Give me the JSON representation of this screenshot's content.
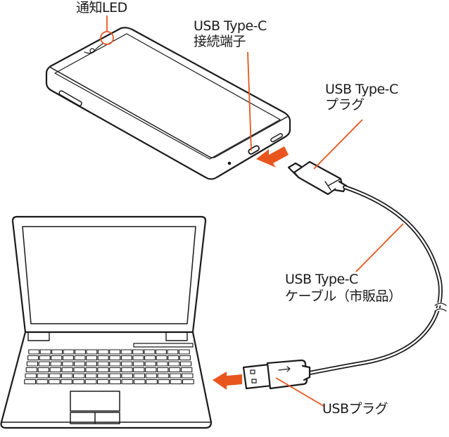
{
  "labels": {
    "notification_led": "通知LED",
    "usb_port_line1": "USB Type-C",
    "usb_port_line2": "接続端子",
    "typec_plug_line1": "USB Type-C",
    "typec_plug_line2": "プラグ",
    "cable_line1": "USB Type-C",
    "cable_line2": "ケーブル（市販品）",
    "usb_plug": "USBプラグ"
  },
  "colors": {
    "accent": "#e8561e",
    "line": "#1a1a1a"
  }
}
